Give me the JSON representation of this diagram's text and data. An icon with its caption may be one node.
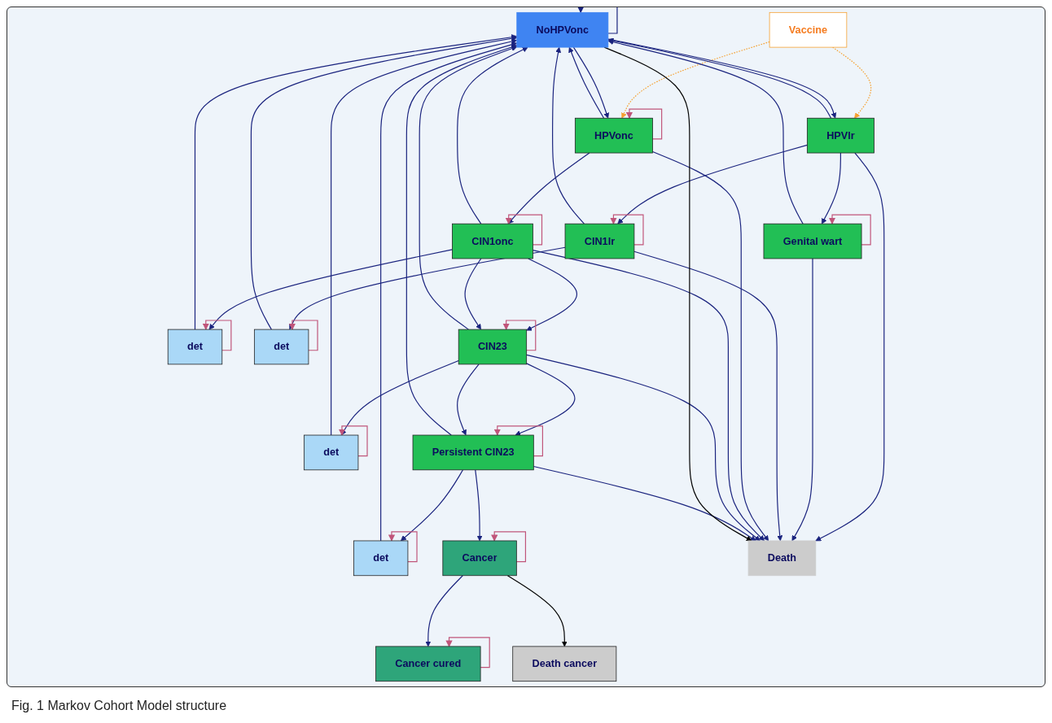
{
  "diagram": {
    "caption": "Fig. 1 Markov Cohort Model structure",
    "nodes": [
      {
        "text": [
          "Vaccine"
        ]
      },
      {
        "text": [
          "NoHPVonc"
        ]
      },
      {
        "text": [
          "HPVlr"
        ]
      },
      {
        "text": [
          "HPVonc"
        ]
      },
      {
        "text": [
          "Genital wart"
        ]
      },
      {
        "text": [
          "CIN1onc"
        ]
      },
      {
        "text": [
          "det"
        ]
      },
      {
        "text": [
          "det"
        ]
      },
      {
        "text": [
          "CIN1lr"
        ]
      },
      {
        "text": [
          "CIN23"
        ]
      },
      {
        "text": [
          "det"
        ]
      },
      {
        "text": [
          "Persistent CIN23"
        ]
      },
      {
        "text": [
          "det"
        ]
      },
      {
        "text": [
          "Cancer"
        ]
      },
      {
        "text": [
          "Cancer cured"
        ]
      },
      {
        "text": [
          "Death cancer"
        ]
      },
      {
        "text": [
          "Death"
        ]
      }
    ],
    "edges": [
      {
        "from": 0,
        "to": 2,
        "arrow": "to",
        "style": "dashed",
        "color": "#f5a030"
      },
      {
        "from": 0,
        "to": 3,
        "arrow": "to",
        "style": "dashed",
        "color": "#f5a030"
      },
      {
        "from": 1,
        "to": 2,
        "arrow": "to"
      },
      {
        "from": 1,
        "to": 3,
        "arrow": "to"
      },
      {
        "from": 2,
        "to": 4,
        "arrow": "to"
      },
      {
        "from": 2,
        "to": 8,
        "arrow": "to"
      },
      {
        "from": 8,
        "to": 7,
        "arrow": "to"
      },
      {
        "from": 3,
        "to": 5,
        "arrow": "to"
      },
      {
        "from": 5,
        "to": 9,
        "arrow": "to"
      },
      {
        "from": 9,
        "to": 11,
        "arrow": "to"
      },
      {
        "from": 11,
        "to": 13,
        "arrow": "to"
      },
      {
        "from": 13,
        "to": 14,
        "arrow": "to"
      },
      {
        "from": 13,
        "to": 15,
        "arrow": "to",
        "color": "#000000"
      },
      {
        "from": 5,
        "to": 6,
        "arrow": "to"
      },
      {
        "from": 9,
        "to": 10,
        "arrow": "to"
      },
      {
        "from": 11,
        "to": 12,
        "arrow": "to"
      },
      {
        "from": 5,
        "to": 9,
        "arrow": "to"
      },
      {
        "from": 9,
        "to": 11,
        "arrow": "to"
      },
      {
        "from": 2,
        "to": 16,
        "arrow": "to"
      },
      {
        "from": 4,
        "to": 16,
        "arrow": "to"
      },
      {
        "from": 8,
        "to": 16,
        "arrow": "to"
      },
      {
        "from": 3,
        "to": 16,
        "arrow": "to"
      },
      {
        "from": 5,
        "to": 16,
        "arrow": "to"
      },
      {
        "from": 9,
        "to": 16,
        "arrow": "to"
      },
      {
        "from": 11,
        "to": 16,
        "arrow": "to"
      },
      {
        "from": 1,
        "to": 16,
        "arrow": "to",
        "color": "#000000"
      },
      {
        "from": 7,
        "to": 1,
        "arrow": "to"
      },
      {
        "from": 2,
        "to": 1,
        "arrow": "to"
      },
      {
        "from": 4,
        "to": 1,
        "arrow": "to"
      },
      {
        "from": 8,
        "to": 1,
        "arrow": "to"
      },
      {
        "from": 3,
        "to": 1,
        "arrow": "to"
      },
      {
        "from": 5,
        "to": 1,
        "arrow": "to"
      },
      {
        "from": 9,
        "to": 1,
        "arrow": "to"
      },
      {
        "from": 11,
        "to": 1,
        "arrow": "to"
      },
      {
        "from": 6,
        "to": 1,
        "arrow": "to"
      },
      {
        "from": 10,
        "to": 1,
        "arrow": "to"
      },
      {
        "from": 12,
        "to": 1,
        "arrow": "to"
      },
      {
        "from": 1,
        "to": 1,
        "arrow": "to"
      },
      {
        "from": 4,
        "to": 4,
        "arrow": "to",
        "color": "#c0557a"
      },
      {
        "from": 8,
        "to": 8,
        "arrow": "to",
        "color": "#c0557a"
      },
      {
        "from": 7,
        "to": 7,
        "arrow": "to",
        "color": "#c0557a"
      },
      {
        "from": 3,
        "to": 3,
        "arrow": "to",
        "color": "#c0557a"
      },
      {
        "from": 5,
        "to": 5,
        "arrow": "to",
        "color": "#c0557a"
      },
      {
        "from": 6,
        "to": 6,
        "arrow": "to",
        "color": "#c0557a"
      },
      {
        "from": 9,
        "to": 9,
        "arrow": "to",
        "color": "#c0557a"
      },
      {
        "from": 10,
        "to": 10,
        "arrow": "to",
        "color": "#c0557a"
      },
      {
        "from": 11,
        "to": 11,
        "arrow": "to",
        "color": "#c0557a"
      },
      {
        "from": 12,
        "to": 12,
        "arrow": "to",
        "color": "#c0557a"
      },
      {
        "from": 13,
        "to": 13,
        "arrow": "to",
        "color": "#c0557a"
      },
      {
        "from": 14,
        "to": 14,
        "arrow": "to",
        "color": "#c0557a"
      }
    ]
  }
}
